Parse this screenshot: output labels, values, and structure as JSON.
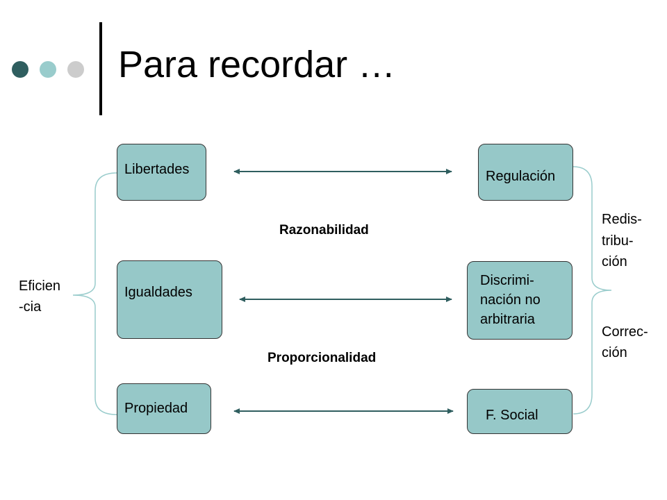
{
  "title": "Para recordar …",
  "colors": {
    "dot_dark": "#2f5e5f",
    "dot_light": "#99cccc",
    "dot_gray": "#cccccc",
    "box_fill": "#96c8c8",
    "arrow": "#2f5e5f",
    "bracket": "#99cccc"
  },
  "left_boxes": {
    "libertades": "Libertades",
    "igualdades": "Igualdades",
    "propiedad": "Propiedad"
  },
  "right_boxes": {
    "regulacion": "Regulación",
    "discriminacion": [
      "Discrimi-",
      "nación no",
      "arbitraria"
    ],
    "f_social": "F. Social"
  },
  "middle_labels": {
    "razonabilidad": "Razonabilidad",
    "proporcionalidad": "Proporcionalidad"
  },
  "side_labels": {
    "eficiencia": [
      "Eficien",
      "-cia"
    ],
    "redistribucion": [
      "Redis-",
      "tribu-",
      "ción"
    ],
    "correccion": [
      "Correc-",
      "ción"
    ]
  }
}
